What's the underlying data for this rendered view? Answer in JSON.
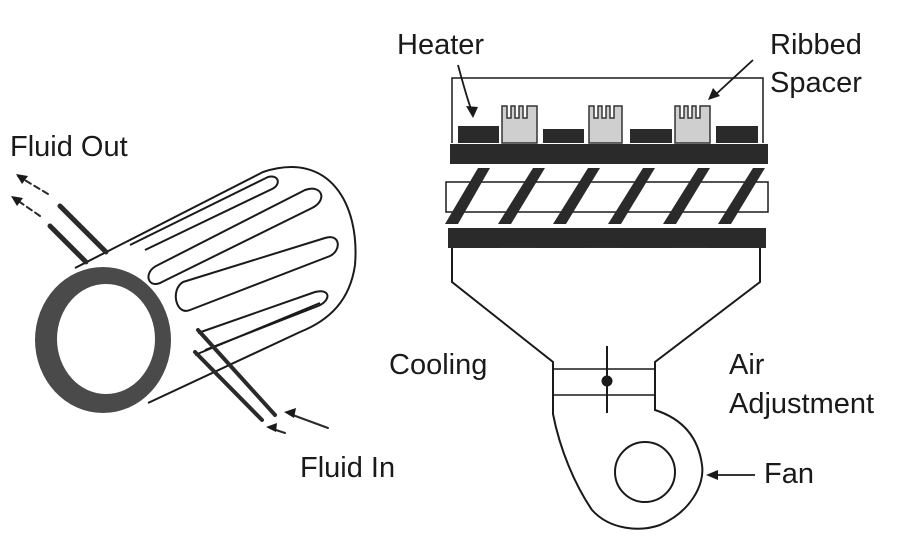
{
  "labels": {
    "fluid_out": "Fluid Out",
    "fluid_in": "Fluid In",
    "heater": "Heater",
    "ribbed_spacer_line1": "Ribbed",
    "ribbed_spacer_line2": "Spacer",
    "cooling": "Cooling",
    "air_adjustment_line1": "Air",
    "air_adjustment_line2": "Adjustment",
    "fan": "Fan"
  },
  "colors": {
    "ink": "#1a1a1a",
    "dark_fill": "#2a2a2a",
    "spacer_fill": "#cfcfcf",
    "ring_fill": "#4a4a4a"
  }
}
